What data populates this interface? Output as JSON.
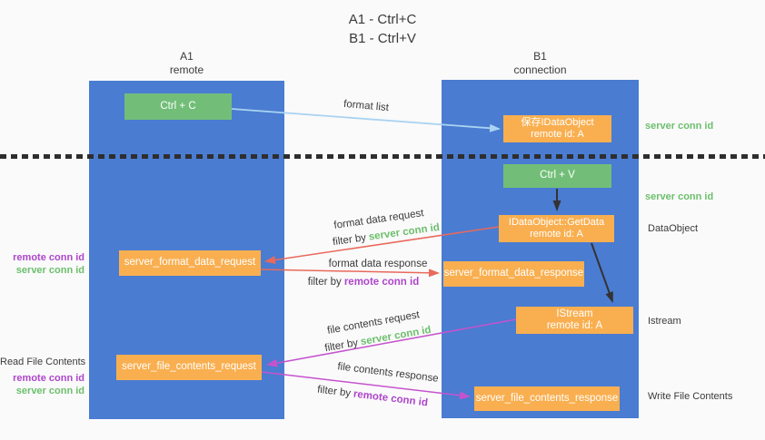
{
  "title": {
    "line1": "A1 - Ctrl+C",
    "line2": "B1 - Ctrl+V"
  },
  "columns": {
    "a1": {
      "name": "A1",
      "subtitle": "remote"
    },
    "b1": {
      "name": "B1",
      "subtitle": "connection"
    }
  },
  "boxes": {
    "ctrl_c": {
      "label": "Ctrl + C"
    },
    "ctrl_v": {
      "label": "Ctrl + V"
    },
    "save_dataobject": {
      "line1": "保存IDataObject",
      "line2": "remote id: A"
    },
    "getdata": {
      "line1": "IDataObject::GetData",
      "line2": "remote id: A"
    },
    "istream": {
      "line1": "IStream",
      "line2": "remote id: A"
    },
    "format_request": {
      "label": "server_format_data_request"
    },
    "format_response": {
      "label": "server_format_data_response"
    },
    "file_request": {
      "label": "server_file_contents_request"
    },
    "file_response": {
      "label": "server_file_contents_response"
    }
  },
  "labels": {
    "format_list": "format list",
    "format_data_request": "format data request",
    "format_data_response": "format data response",
    "file_contents_request": "file contents request",
    "file_contents_response": "file contents response",
    "filter_by": "filter by",
    "server_conn_id": "server conn id",
    "remote_conn_id": "remote conn id",
    "dataobject": "DataObject",
    "istream": "Istream",
    "read_file_contents": "Read File Contents",
    "write_file_contents": "Write File Contents"
  },
  "colors": {
    "column_blue": "#4A7CD1",
    "box_orange": "#F9AF50",
    "box_green": "#72BE78",
    "text_green": "#6CBF6C",
    "text_purple": "#AE46CC",
    "arrow_red": "#E9695C",
    "arrow_magenta": "#C553CE",
    "arrow_lightblue": "#A9D3F2",
    "arrow_black": "#333333",
    "dashed_line": "#2E2E2E",
    "background": "#FAFAFA"
  }
}
